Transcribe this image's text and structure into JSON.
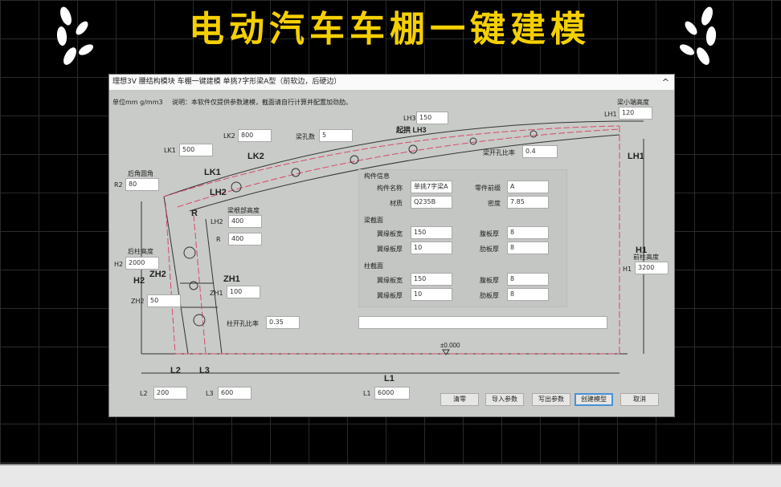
{
  "banner": {
    "title": "电动汽车车棚一键建模"
  },
  "dialog": {
    "title": "理想3V 腰结构模块 车棚一键建模 单挑7字形梁A型（前软边，后硬边）",
    "unit": "单位mm g/mm3",
    "note": "说明：本软件仅提供参数建模，截面请自行计算并配置加劲肋。",
    "fields": {
      "lh3": {
        "label": "LH3",
        "value": "150"
      },
      "lk2": {
        "label": "LK2",
        "value": "800"
      },
      "holes": {
        "label": "梁孔数",
        "value": "5"
      },
      "lk1": {
        "label": "LK1",
        "value": "500"
      },
      "lh1": {
        "caption": "梁小端高度",
        "label": "LH1",
        "value": "120"
      },
      "beam_ratio": {
        "label": "梁开孔比率",
        "value": "0.4"
      },
      "r2": {
        "caption": "后角圆角",
        "label": "R2",
        "value": "80"
      },
      "lh2": {
        "caption": "梁根部高度",
        "label": "LH2",
        "value": "400"
      },
      "r": {
        "label": "R",
        "value": "400"
      },
      "h2": {
        "caption": "后柱高度",
        "label": "H2",
        "value": "2000"
      },
      "zh2": {
        "label": "ZH2",
        "value": "50"
      },
      "zh1": {
        "label": "ZH1",
        "value": "100"
      },
      "col_ratio": {
        "label": "柱开孔比率",
        "value": "0.35"
      },
      "h1": {
        "caption": "前柱高度",
        "label": "H1",
        "value": "3200"
      },
      "l2": {
        "label": "L2",
        "value": "200"
      },
      "l3": {
        "label": "L3",
        "value": "600"
      },
      "l1": {
        "label": "L1",
        "value": "6000"
      },
      "message": {
        "value": ""
      }
    },
    "drawing": {
      "arch": "起拱 LH3",
      "elevation": "±0.000",
      "dims": [
        "LK1",
        "LK2",
        "LH2",
        "R",
        "ZH2",
        "ZH1",
        "H2",
        "H1",
        "LH1",
        "L1",
        "L2",
        "L3"
      ]
    },
    "component": {
      "title": "构件信息",
      "name_label": "构件名称",
      "name": "单挑7字梁A",
      "prefix_label": "零件前缀",
      "prefix": "A",
      "material_label": "材质",
      "material": "Q235B",
      "density_label": "密度",
      "density": "7.85"
    },
    "beam": {
      "title": "梁截面",
      "fw_label": "翼缘板宽",
      "fw": "150",
      "web_label": "腹板厚",
      "web": "8",
      "ft_label": "翼缘板厚",
      "ft": "10",
      "rib_label": "肋板厚",
      "rib": "8"
    },
    "column": {
      "title": "柱截面",
      "fw_label": "翼缘板宽",
      "fw": "150",
      "web_label": "腹板厚",
      "web": "8",
      "ft_label": "翼缘板厚",
      "ft": "10",
      "rib_label": "肋板厚",
      "rib": "8"
    },
    "buttons": {
      "clear": "清零",
      "import": "导入参数",
      "export": "写出参数",
      "create": "创建模型",
      "cancel": "取消"
    }
  },
  "colors": {
    "banner": "#f5d000",
    "dialog_bg": "#c8cbc7",
    "accent": "#4a90d9",
    "centerline": "#d9486b"
  }
}
